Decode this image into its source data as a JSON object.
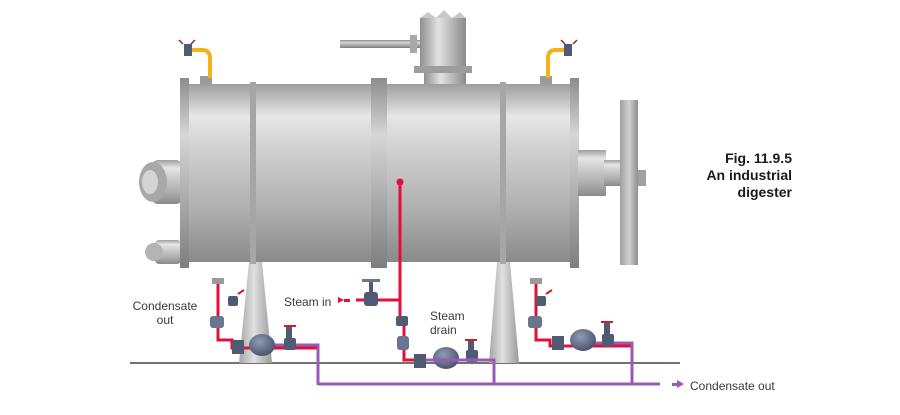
{
  "figure": {
    "caption_lines": [
      "Fig. 11.9.5",
      "An industrial",
      "digester"
    ]
  },
  "labels": {
    "condensate_out_left": [
      "Condensate",
      "out"
    ],
    "steam_in": "Steam in",
    "steam_drain": [
      "Steam",
      "drain"
    ],
    "condensate_out_main": "Condensate out"
  },
  "colors": {
    "steam_line": "#e0103a",
    "condensate_line": "#9b59b6",
    "vessel_grey": "#b8b8b8",
    "air_vent_pipe": "#f2b21a"
  }
}
